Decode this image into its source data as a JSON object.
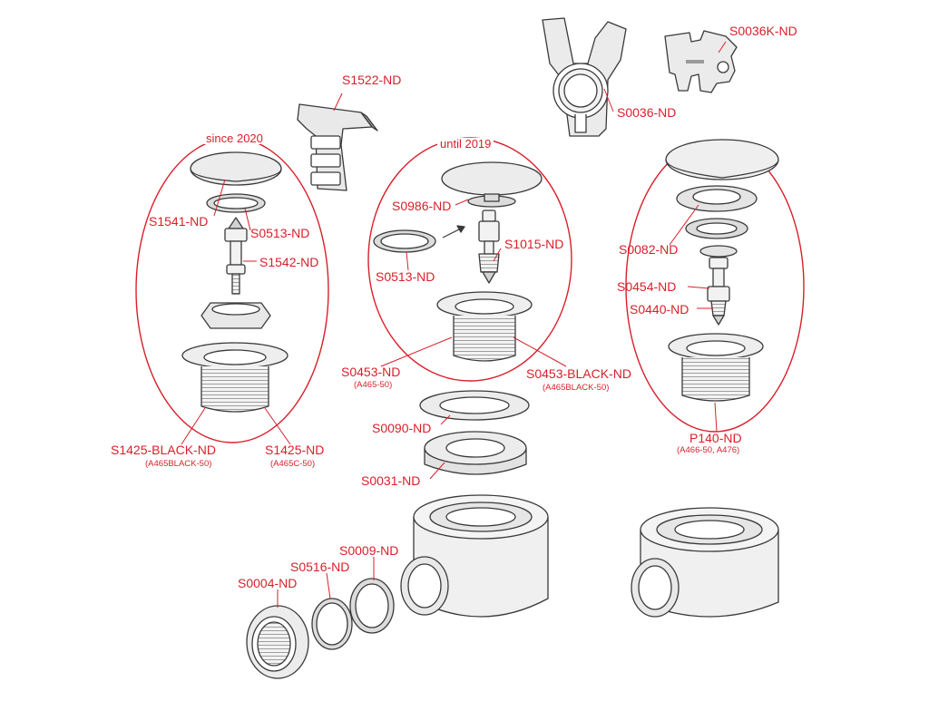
{
  "colors": {
    "accent": "#d91f2a",
    "line": "#3a3a3a",
    "part_fill": "#f2f2f2",
    "part_shade": "#c9c9c9"
  },
  "groups": [
    {
      "id": "since-2020",
      "label": "since 2020"
    },
    {
      "id": "until-2019",
      "label": "until 2019"
    },
    {
      "id": "p140",
      "label": ""
    }
  ],
  "parts": [
    {
      "code": "S1522-ND",
      "note": ""
    },
    {
      "code": "S0036-ND",
      "note": ""
    },
    {
      "code": "S0036K-ND",
      "note": ""
    },
    {
      "code": "S1541-ND",
      "note": ""
    },
    {
      "code": "S0513-ND",
      "note": ""
    },
    {
      "code": "S1542-ND",
      "note": ""
    },
    {
      "code": "S1425-BLACK-ND",
      "note": "(A465BLACK-50)"
    },
    {
      "code": "S1425-ND",
      "note": "(A465C-50)"
    },
    {
      "code": "S0986-ND",
      "note": ""
    },
    {
      "code": "S0513-ND",
      "note": ""
    },
    {
      "code": "S1015-ND",
      "note": ""
    },
    {
      "code": "S0453-ND",
      "note": "(A465-50)"
    },
    {
      "code": "S0453-BLACK-ND",
      "note": "(A465BLACK-50)"
    },
    {
      "code": "S0082-ND",
      "note": ""
    },
    {
      "code": "S0454-ND",
      "note": ""
    },
    {
      "code": "S0440-ND",
      "note": ""
    },
    {
      "code": "P140-ND",
      "note": "(A466-50, A476)"
    },
    {
      "code": "S0090-ND",
      "note": ""
    },
    {
      "code": "S0031-ND",
      "note": ""
    },
    {
      "code": "S0009-ND",
      "note": ""
    },
    {
      "code": "S0516-ND",
      "note": ""
    },
    {
      "code": "S0004-ND",
      "note": ""
    }
  ]
}
